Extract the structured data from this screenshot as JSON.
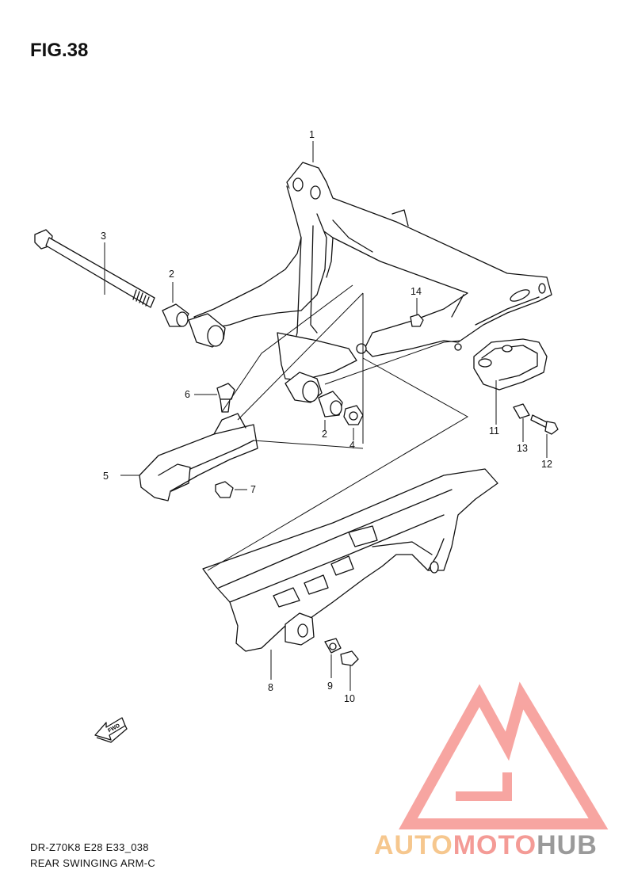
{
  "figure": {
    "title": "FIG.38"
  },
  "callouts": [
    "1",
    "2",
    "3",
    "4",
    "5",
    "6",
    "7",
    "8",
    "9",
    "10",
    "11",
    "12",
    "13",
    "14"
  ],
  "callout_2b": "2",
  "fwd_label": "FWD",
  "footer": {
    "line1": "DR-Z70K8 E28 E33_038",
    "line2": "REAR SWINGING ARM-C"
  },
  "watermark": {
    "part_a": "AUTO",
    "part_b": "MOTO",
    "part_c": "HUB",
    "colors": {
      "auto": "#f6c78e",
      "moto": "#f49b96",
      "hub": "#9a9a9a",
      "logo": "#f47f7a"
    }
  }
}
